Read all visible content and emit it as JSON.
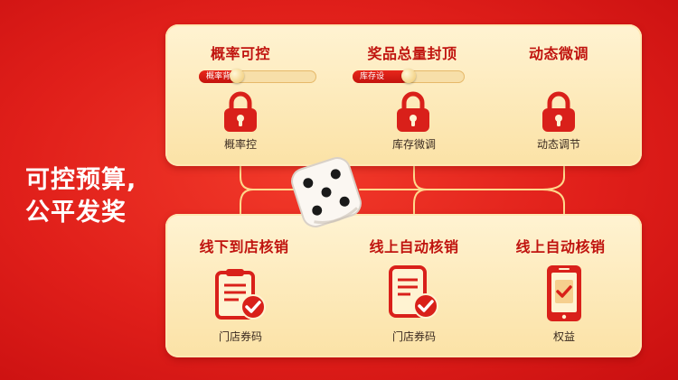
{
  "slogan": {
    "line1": "可控预算,",
    "line2": "公平发奖"
  },
  "top_panel": {
    "columns": [
      {
        "title": "概率可控",
        "slider_label": "概率背调",
        "slider_fill": 0.32,
        "icon": "lock-icon",
        "caption": "概率控"
      },
      {
        "title": "奖品总量封顶",
        "slider_label": "库存设",
        "slider_fill": 0.5,
        "icon": "lock-icon",
        "caption": "库存微调"
      },
      {
        "title": "动态微调",
        "icon": "lock-icon",
        "caption": "动态调节"
      }
    ]
  },
  "bottom_panel": {
    "columns": [
      {
        "title": "线下到店核销",
        "icon": "clipboard-check-icon",
        "caption": "门店券码"
      },
      {
        "title": "线上自动核销",
        "icon": "tablet-check-icon",
        "caption": "门店券码"
      },
      {
        "title": "线上自动核销",
        "icon": "phone-check-icon",
        "caption": "权益"
      }
    ]
  },
  "center_icon": "dice-icon",
  "colors": {
    "brand_red": "#d9201a",
    "panel_gold": "#fbe2a6",
    "line_red": "#d02a1c"
  }
}
